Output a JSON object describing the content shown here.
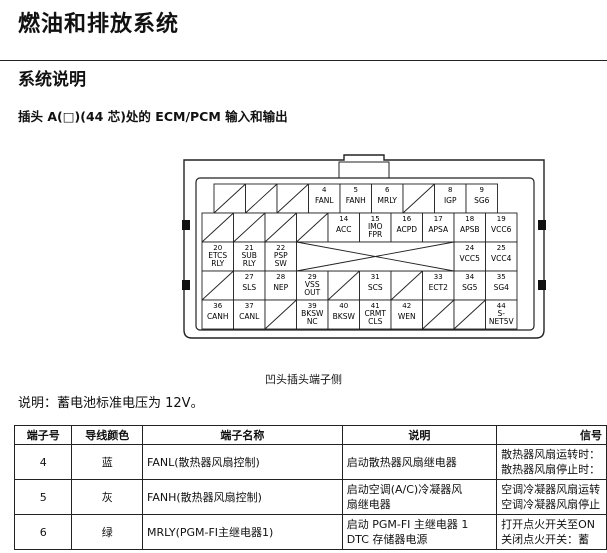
{
  "title": "燃油和排放系统",
  "section_title": "系统说明",
  "connector_heading": "插头 A(□)(44 芯)处的 ECM/PCM 输入和输出",
  "diagram_caption": "凹头插头端子侧",
  "note": "说明：蓄电池标准电压为 12V。",
  "connector": {
    "cells": [
      {
        "row": 1,
        "col": 1,
        "num": "",
        "lines": []
      },
      {
        "row": 1,
        "col": 2,
        "num": "",
        "lines": []
      },
      {
        "row": 1,
        "col": 3,
        "num": "",
        "lines": []
      },
      {
        "row": 1,
        "col": 4,
        "num": "4",
        "lines": [
          "FANL"
        ]
      },
      {
        "row": 1,
        "col": 5,
        "num": "5",
        "lines": [
          "FANH"
        ]
      },
      {
        "row": 1,
        "col": 6,
        "num": "6",
        "lines": [
          "MRLY"
        ]
      },
      {
        "row": 1,
        "col": 7,
        "num": "",
        "lines": []
      },
      {
        "row": 1,
        "col": 8,
        "num": "8",
        "lines": [
          "IGP"
        ]
      },
      {
        "row": 1,
        "col": 9,
        "num": "9",
        "lines": [
          "SG6"
        ]
      },
      {
        "row": 2,
        "col": 1,
        "num": "",
        "lines": []
      },
      {
        "row": 2,
        "col": 2,
        "num": "",
        "lines": []
      },
      {
        "row": 2,
        "col": 3,
        "num": "",
        "lines": []
      },
      {
        "row": 2,
        "col": 4,
        "num": "",
        "lines": []
      },
      {
        "row": 2,
        "col": 5,
        "num": "14",
        "lines": [
          "ACC"
        ]
      },
      {
        "row": 2,
        "col": 6,
        "num": "15",
        "lines": [
          "IMO",
          "FPR"
        ]
      },
      {
        "row": 2,
        "col": 7,
        "num": "16",
        "lines": [
          "ACPD"
        ]
      },
      {
        "row": 2,
        "col": 8,
        "num": "17",
        "lines": [
          "APSA"
        ]
      },
      {
        "row": 2,
        "col": 9,
        "num": "18",
        "lines": [
          "APSB"
        ]
      },
      {
        "row": 2,
        "col": 10,
        "num": "19",
        "lines": [
          "VCC6"
        ]
      },
      {
        "row": 3,
        "col": 1,
        "num": "20",
        "lines": [
          "ETCS",
          "RLY"
        ]
      },
      {
        "row": 3,
        "col": 2,
        "num": "21",
        "lines": [
          "SUB",
          "RLY"
        ]
      },
      {
        "row": 3,
        "col": 3,
        "num": "22",
        "lines": [
          "PSP",
          "SW"
        ]
      },
      {
        "row": 3,
        "col": 9,
        "num": "24",
        "lines": [
          "VCC5"
        ]
      },
      {
        "row": 3,
        "col": 10,
        "num": "25",
        "lines": [
          "VCC4"
        ]
      },
      {
        "row": 4,
        "col": 1,
        "num": "",
        "lines": []
      },
      {
        "row": 4,
        "col": 2,
        "num": "27",
        "lines": [
          "SLS"
        ]
      },
      {
        "row": 4,
        "col": 3,
        "num": "28",
        "lines": [
          "NEP"
        ]
      },
      {
        "row": 4,
        "col": 4,
        "num": "29",
        "lines": [
          "VSS",
          "OUT"
        ]
      },
      {
        "row": 4,
        "col": 5,
        "num": "",
        "lines": []
      },
      {
        "row": 4,
        "col": 6,
        "num": "31",
        "lines": [
          "SCS"
        ]
      },
      {
        "row": 4,
        "col": 7,
        "num": "",
        "lines": []
      },
      {
        "row": 4,
        "col": 8,
        "num": "33",
        "lines": [
          "ECT2"
        ]
      },
      {
        "row": 4,
        "col": 9,
        "num": "34",
        "lines": [
          "SG5"
        ]
      },
      {
        "row": 4,
        "col": 10,
        "num": "35",
        "lines": [
          "SG4"
        ]
      },
      {
        "row": 5,
        "col": 1,
        "num": "36",
        "lines": [
          "CANH"
        ]
      },
      {
        "row": 5,
        "col": 2,
        "num": "37",
        "lines": [
          "CANL"
        ]
      },
      {
        "row": 5,
        "col": 3,
        "num": "",
        "lines": []
      },
      {
        "row": 5,
        "col": 4,
        "num": "39",
        "lines": [
          "BKSW",
          "NC"
        ]
      },
      {
        "row": 5,
        "col": 5,
        "num": "40",
        "lines": [
          "BKSW"
        ]
      },
      {
        "row": 5,
        "col": 6,
        "num": "41",
        "lines": [
          "CRMT",
          "CLS"
        ]
      },
      {
        "row": 5,
        "col": 7,
        "num": "42",
        "lines": [
          "WEN"
        ]
      },
      {
        "row": 5,
        "col": 8,
        "num": "",
        "lines": []
      },
      {
        "row": 5,
        "col": 9,
        "num": "",
        "lines": []
      },
      {
        "row": 5,
        "col": 10,
        "num": "44",
        "lines": [
          "S-",
          "NET5V"
        ]
      }
    ]
  },
  "table": {
    "headers": [
      "端子号",
      "导线颜色",
      "端子名称",
      "说明",
      "信号"
    ],
    "rows": [
      {
        "pin": "4",
        "color": "蓝",
        "name": "FANL(散热器风扇控制)",
        "desc": [
          "启动散热器风扇继电器"
        ],
        "signal": [
          "散热器风扇运转时：",
          "散热器风扇停止时："
        ]
      },
      {
        "pin": "5",
        "color": "灰",
        "name": "FANH(散热器风扇控制)",
        "desc": [
          "启动空调(A/C)冷凝器风",
          "扇继电器"
        ],
        "signal": [
          "空调冷凝器风扇运转",
          "空调冷凝器风扇停止"
        ]
      },
      {
        "pin": "6",
        "color": "绿",
        "name": "MRLY(PGM-FI主继电器1)",
        "desc": [
          "启动 PGM-FI 主继电器 1",
          "DTC 存储器电源"
        ],
        "signal": [
          "打开点火开关至ON",
          "关闭点火开关：蓄"
        ]
      }
    ]
  }
}
